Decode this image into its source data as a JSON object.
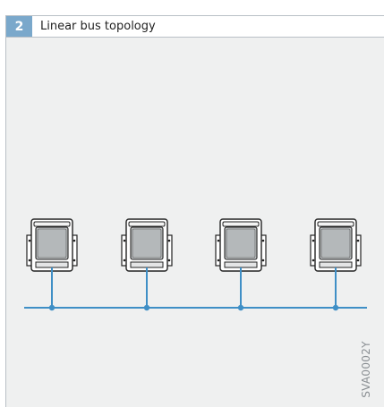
{
  "header": {
    "number": "2",
    "title": "Linear bus topology"
  },
  "diagram": {
    "device_count": 4,
    "bus_color": "#3f8fc6",
    "code_label": "SVA0002Y"
  }
}
